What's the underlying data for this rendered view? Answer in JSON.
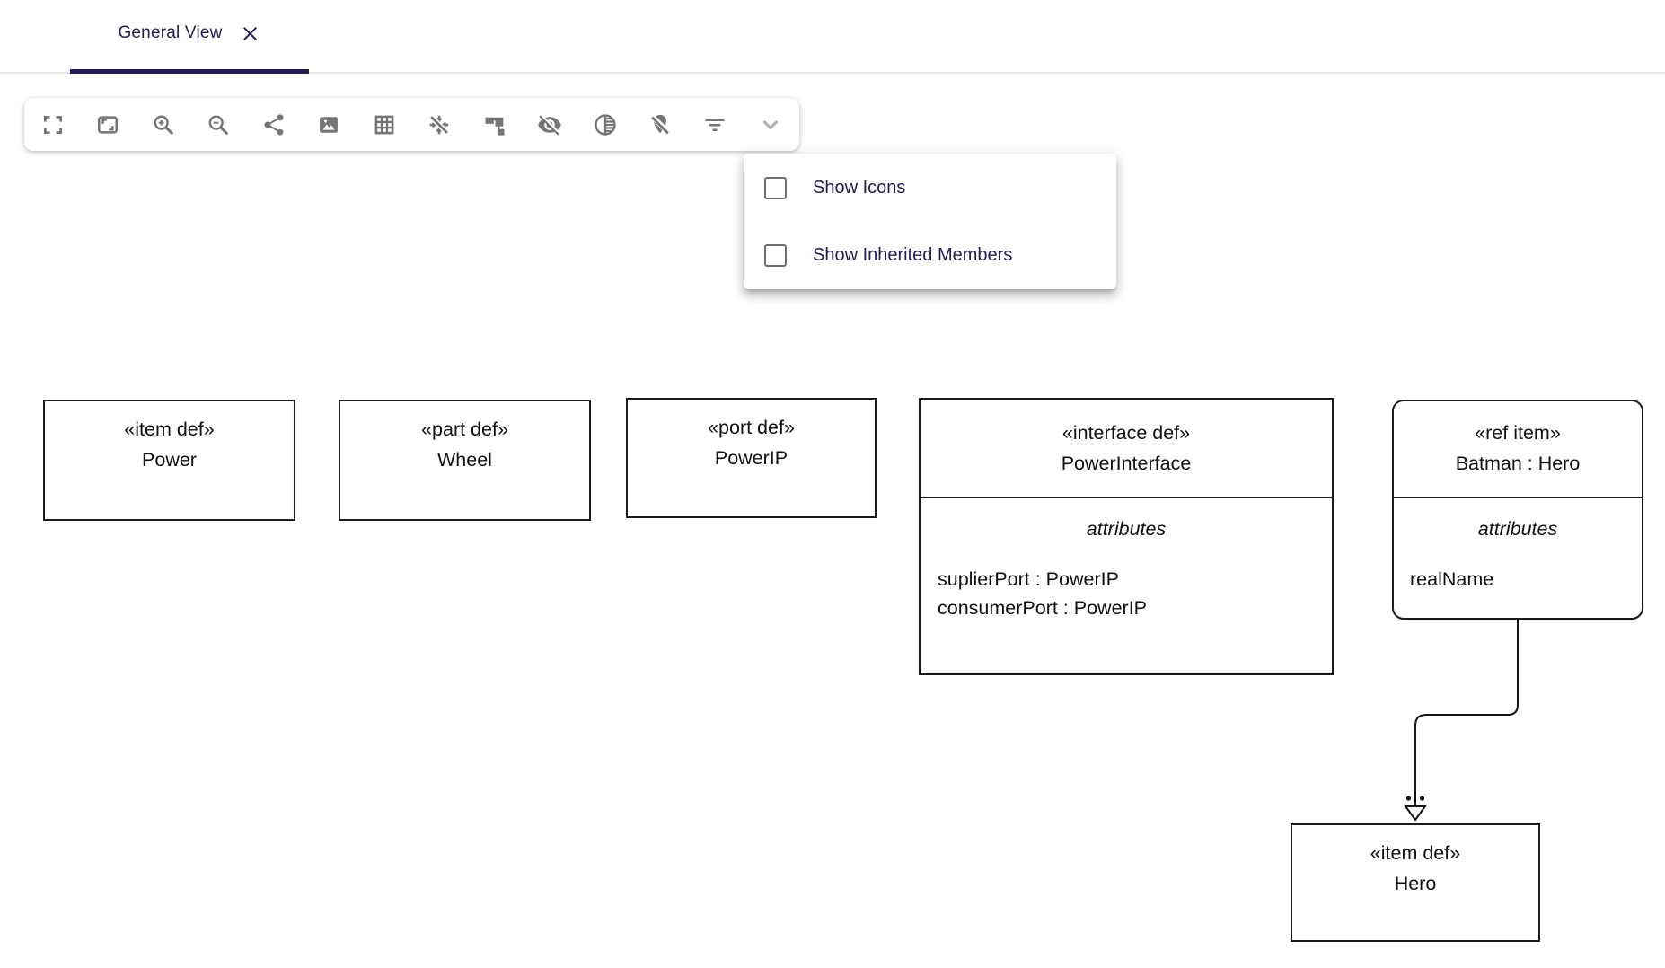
{
  "header": {
    "tab": {
      "label": "General View",
      "close_icon": "close-icon"
    }
  },
  "toolbar": {
    "buttons": [
      {
        "name": "fullscreen",
        "icon": "fullscreen-icon"
      },
      {
        "name": "fit-to-screen",
        "icon": "fit-to-screen-icon"
      },
      {
        "name": "zoom-in",
        "icon": "zoom-in-icon"
      },
      {
        "name": "zoom-out",
        "icon": "zoom-out-icon"
      },
      {
        "name": "share",
        "icon": "share-icon"
      },
      {
        "name": "export-image",
        "icon": "image-icon"
      },
      {
        "name": "toggle-grid",
        "icon": "grid-icon"
      },
      {
        "name": "toggle-snap-to-grid",
        "icon": "snap-to-grid-off-icon"
      },
      {
        "name": "arrange-all",
        "icon": "arrange-all-icon"
      },
      {
        "name": "hide-elements",
        "icon": "visibility-off-icon"
      },
      {
        "name": "fade-elements",
        "icon": "fade-icon"
      },
      {
        "name": "unpin-elements",
        "icon": "unpin-icon"
      },
      {
        "name": "filters",
        "icon": "filter-icon"
      },
      {
        "name": "more-tools",
        "icon": "chevron-down-icon"
      }
    ]
  },
  "menu": {
    "items": [
      {
        "label": "Show Icons",
        "checked": false
      },
      {
        "label": "Show Inherited Members",
        "checked": false
      }
    ]
  },
  "colors": {
    "accent": "#261A56",
    "toolbar_icon": "#757575",
    "node_border": "#1b1b1b",
    "tab_divider": "#e4e4e4"
  },
  "diagram": {
    "nodes": [
      {
        "stereotype": "«item def»",
        "name": "Power"
      },
      {
        "stereotype": "«part def»",
        "name": "Wheel"
      },
      {
        "stereotype": "«port def»",
        "name": "PowerIP"
      },
      {
        "stereotype": "«interface def»",
        "name": "PowerInterface",
        "compartment": "attributes",
        "attributes": [
          "suplierPort : PowerIP",
          "consumerPort : PowerIP"
        ]
      },
      {
        "stereotype": "«ref item»",
        "name": "Batman : Hero",
        "compartment": "attributes",
        "attributes": [
          "realName"
        ]
      },
      {
        "stereotype": "«item def»",
        "name": "Hero"
      }
    ],
    "edge": {
      "from": "Batman : Hero",
      "to": "Hero",
      "kind": "defined-by",
      "marker": "open-triangle-with-colon"
    }
  }
}
